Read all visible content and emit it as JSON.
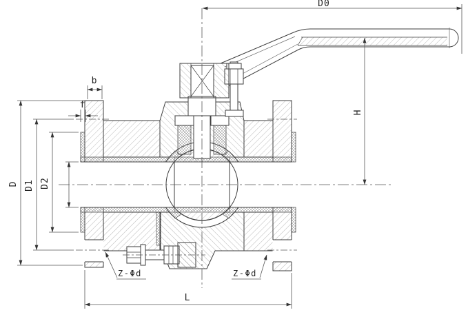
{
  "meta": {
    "type": "technical-drawing",
    "subject": "flanged ball valve cross-section with lever handle"
  },
  "labels": {
    "d0": "D0",
    "h": "H",
    "b": "b",
    "f": "f",
    "d": "D",
    "d1": "D1",
    "d2": "D2",
    "l": "L",
    "bolt_left": "Z-Φd",
    "bolt_right": "Z-Φd"
  },
  "colors": {
    "background": "#ffffff",
    "outline": "#3d3d3d",
    "dimension": "#555555",
    "hatch": "#8a8a8a",
    "text": "#222222"
  }
}
